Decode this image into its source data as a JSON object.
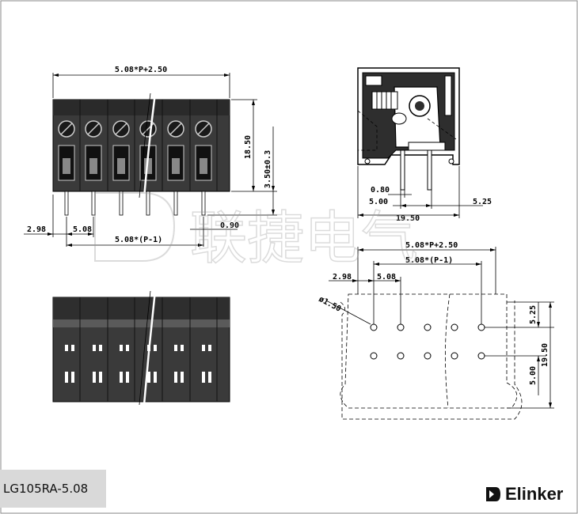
{
  "part_number": "LG105RA-5.08",
  "brand": {
    "name": "Elinker"
  },
  "watermark": "联捷电气",
  "front_view": {
    "overall_width": "5.08*P+2.50",
    "height": "18.50",
    "pin_length": "3.50±0.3",
    "edge_offset": "2.98",
    "pitch": "5.08",
    "span": "5.08*(P-1)",
    "pin_width": "0.90"
  },
  "side_view": {
    "pin_width": "0.80",
    "pin_spacing": "5.00",
    "depth": "19.50",
    "rear_offset": "5.25"
  },
  "pcb_layout": {
    "overall_width": "5.08*P+2.50",
    "span": "5.08*(P-1)",
    "edge_offset": "2.98",
    "pitch": "5.08",
    "hole_diameter": "ø1.50",
    "edge_to_row": "5.25",
    "depth": "19.50",
    "row_spacing": "5.00"
  },
  "colors": {
    "line": "#000000",
    "body": "#2e2e2e",
    "label_bg": "#d9d9d9"
  }
}
